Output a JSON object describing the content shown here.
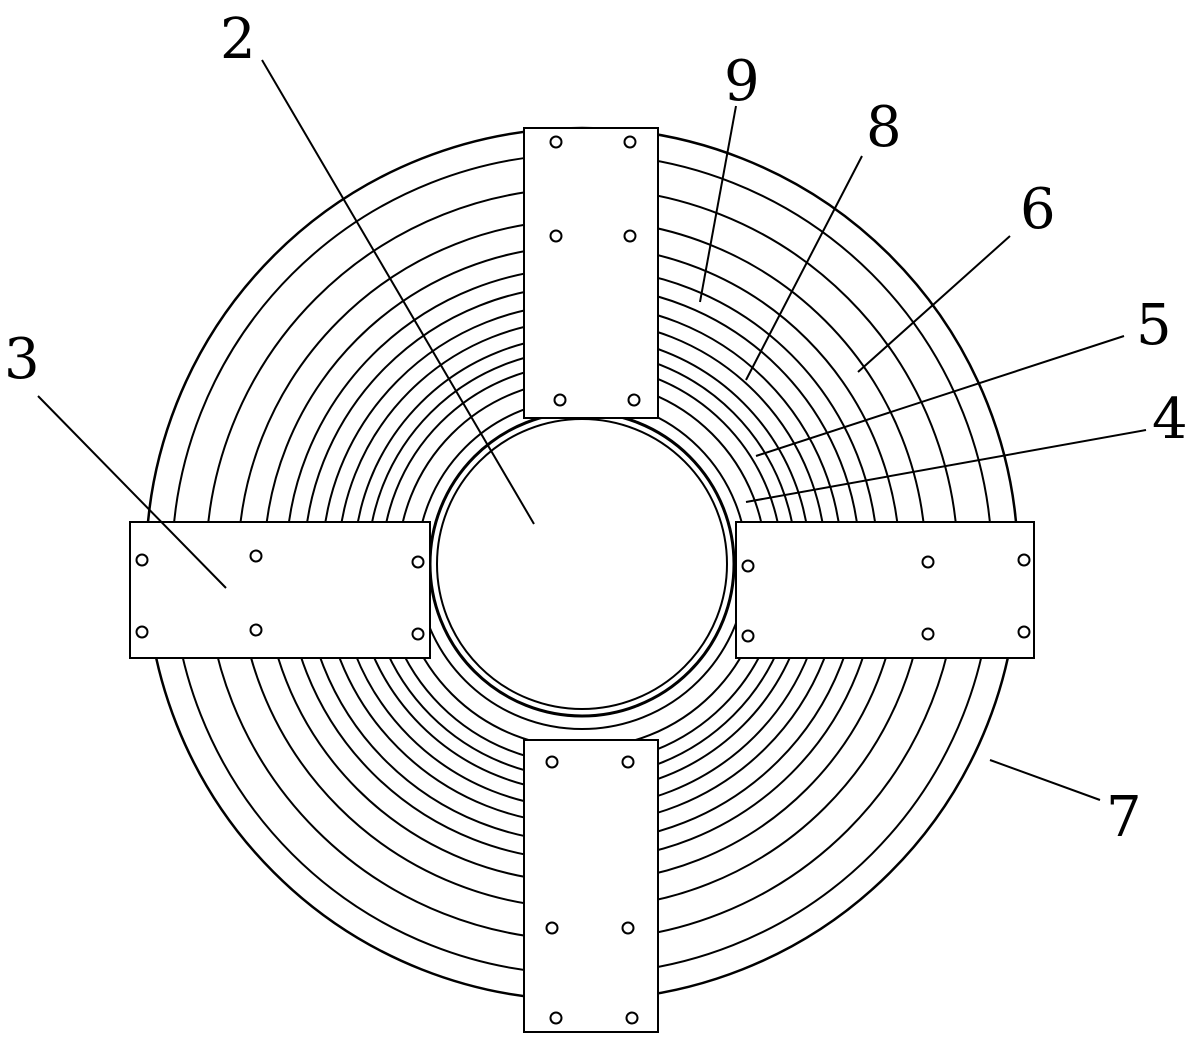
{
  "diagram": {
    "stroke_color": "#000000",
    "background_color": "#ffffff",
    "callouts": [
      {
        "id": "2",
        "label": "2"
      },
      {
        "id": "3",
        "label": "3"
      },
      {
        "id": "4",
        "label": "4"
      },
      {
        "id": "5",
        "label": "5"
      },
      {
        "id": "6",
        "label": "6"
      },
      {
        "id": "7",
        "label": "7"
      },
      {
        "id": "8",
        "label": "8"
      },
      {
        "id": "9",
        "label": "9"
      }
    ]
  }
}
